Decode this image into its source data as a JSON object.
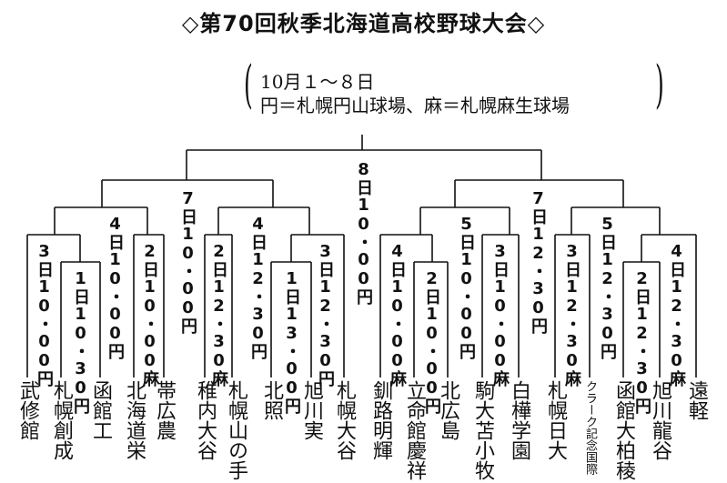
{
  "title": "◇第70回秋季北海道高校野球大会◇",
  "info": {
    "dates": "10月１～８日",
    "venues": "円＝札幌円山球場、麻＝札幌麻生球場"
  },
  "schedule": {
    "final": "8日10・00円",
    "semi_left": "7日10・00円",
    "semi_right": "7日12・30円",
    "qf1": "4日10・00円",
    "qf2": "4日12・30円",
    "qf3": "5日10・00円",
    "qf4": "5日12・30円",
    "r1": "3日10・00円",
    "r1_sub": "1日10・30円",
    "r2": "2日10・00麻",
    "r3": "2日12・30麻",
    "r4_sub": "1日13・00円",
    "r4": "3日12・30円",
    "r5": "4日10・00麻",
    "r5_sub": "2日10・00円",
    "r6": "3日10・00麻",
    "r7": "3日12・30麻",
    "r8_sub": "2日12・30円",
    "r8": "4日12・30麻"
  },
  "teams": [
    "武修館",
    "札幌創成",
    "函館工",
    "北海道栄",
    "帯広農",
    "稚内大谷",
    "札幌山の手",
    "北照",
    "旭川実",
    "札幌大谷",
    "釧路明輝",
    "立命館慶祥",
    "北広島",
    "駒大苫小牧",
    "白樺学園",
    "札幌日大",
    "クラーク記念国際",
    "函館大柏稜",
    "旭川龍谷",
    "遠軽"
  ]
}
